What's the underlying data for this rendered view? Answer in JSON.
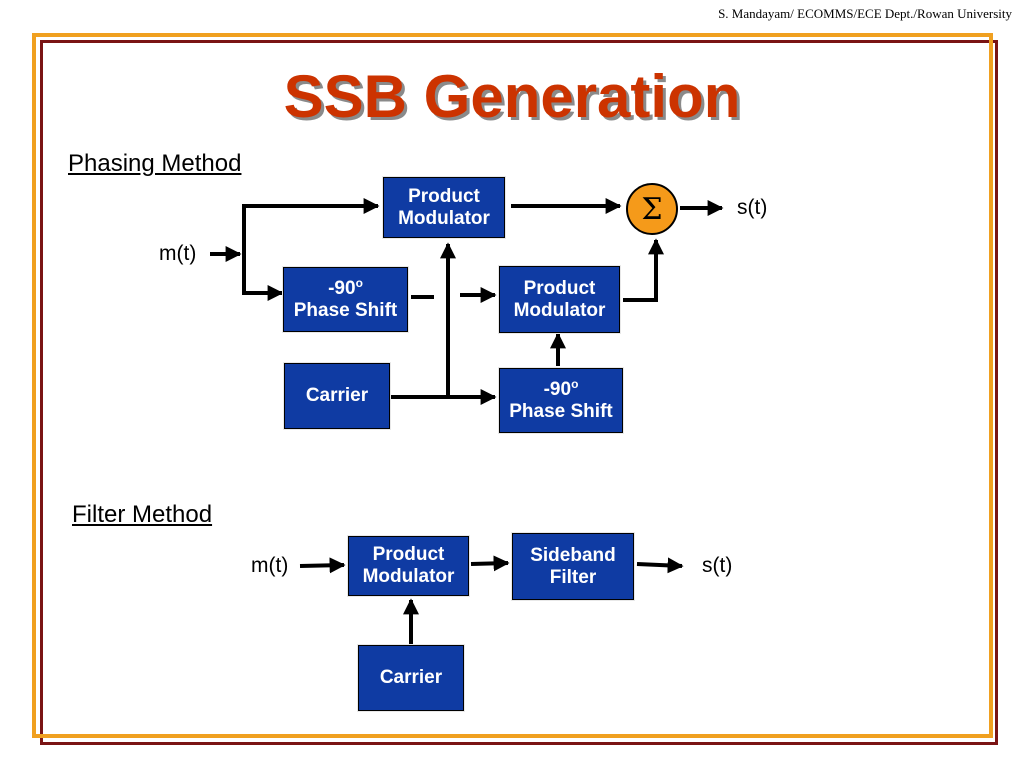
{
  "credit": "S. Mandayam/ ECOMMS/ECE Dept./Rowan University",
  "title": "SSB Generation",
  "phasing": {
    "heading": "Phasing Method",
    "input_label": "m(t)",
    "output_label": "s(t)",
    "top_modulator": [
      "Product",
      "Modulator"
    ],
    "shift_upper": [
      "-90",
      "o",
      "Phase Shift"
    ],
    "bottom_modulator": [
      "Product",
      "Modulator"
    ],
    "carrier": "Carrier",
    "shift_lower": [
      "-90",
      "o",
      "Phase Shift"
    ],
    "summer_symbol": "Σ"
  },
  "filter": {
    "heading": "Filter Method",
    "input_label": "m(t)",
    "output_label": "s(t)",
    "modulator": [
      "Product",
      "Modulator"
    ],
    "sideband_filter": [
      "Sideband",
      "Filter"
    ],
    "carrier": "Carrier"
  },
  "colors": {
    "block_fill": "#0f3ba3",
    "summer_fill": "#f59a1a",
    "title": "#cc3300",
    "frame_outer": "#7a1414",
    "frame_inner": "#f0a020"
  }
}
